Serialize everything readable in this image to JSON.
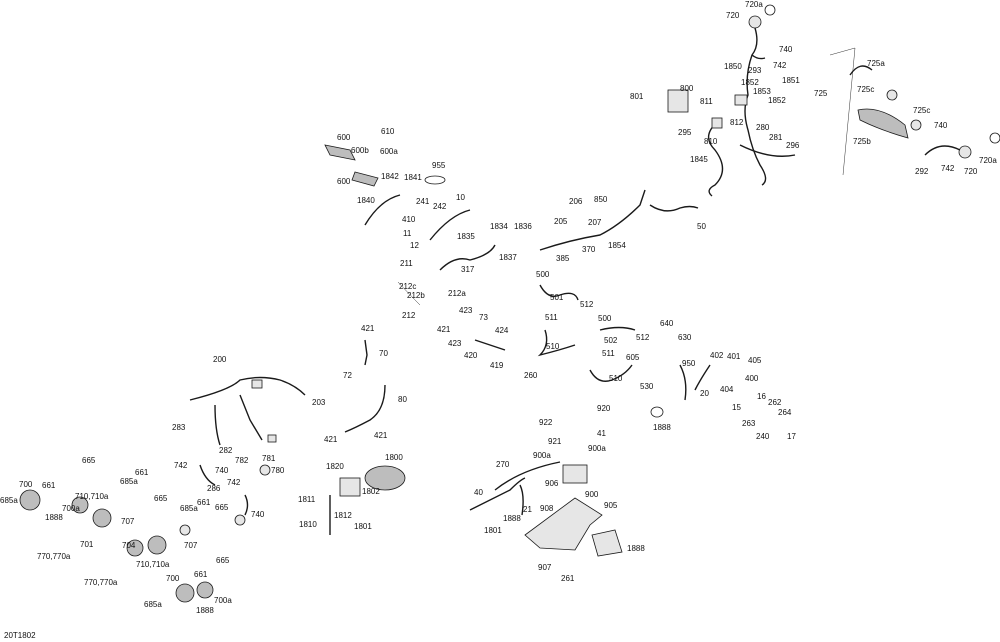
{
  "diagram_code": "20T1802",
  "labels": [
    "720a",
    "720",
    "740",
    "742",
    "293",
    "1850",
    "1852",
    "1851",
    "1853",
    "1852",
    "725",
    "725a",
    "725c",
    "801",
    "800",
    "811",
    "812",
    "810",
    "295",
    "280",
    "281",
    "296",
    "725c",
    "725b",
    "740",
    "720a",
    "292",
    "742",
    "720",
    "1845",
    "610",
    "600",
    "600b",
    "600a",
    "955",
    "1842",
    "1841",
    "600",
    "1840",
    "410",
    "242",
    "241",
    "10",
    "11",
    "12",
    "850",
    "206",
    "205",
    "207",
    "1834",
    "1836",
    "1835",
    "1837",
    "385",
    "370",
    "1854",
    "50",
    "211",
    "317",
    "212c",
    "212b",
    "212a",
    "212",
    "500",
    "501",
    "512",
    "511",
    "502",
    "500",
    "512",
    "423",
    "73",
    "421",
    "424",
    "423",
    "420",
    "419",
    "510",
    "640",
    "630",
    "421",
    "70",
    "72",
    "950",
    "511",
    "605",
    "530",
    "510",
    "402",
    "401",
    "405",
    "404",
    "400",
    "20",
    "16",
    "262",
    "264",
    "15",
    "263",
    "240",
    "17",
    "1888",
    "200",
    "260",
    "922",
    "920",
    "41",
    "921",
    "283",
    "203",
    "80",
    "421",
    "421",
    "282",
    "900a",
    "900a",
    "1800",
    "1820",
    "1802",
    "1811",
    "1801",
    "1812",
    "1810",
    "270",
    "906",
    "900",
    "908",
    "905",
    "40",
    "21",
    "1888",
    "1801",
    "1888",
    "907",
    "261",
    "742",
    "740",
    "782",
    "781",
    "780",
    "286",
    "742",
    "740",
    "665",
    "661",
    "685a",
    "707",
    "665",
    "685a",
    "661",
    "665",
    "707",
    "700",
    "661",
    "700a",
    "710,710a",
    "685a",
    "1888",
    "701",
    "704",
    "710,710a",
    "770,770a",
    "770,770a",
    "665",
    "661",
    "700",
    "685a",
    "700a",
    "1888"
  ],
  "icons": [
    "connector-icon",
    "bracket-icon",
    "sensor-icon",
    "relay-icon",
    "clip-icon"
  ]
}
